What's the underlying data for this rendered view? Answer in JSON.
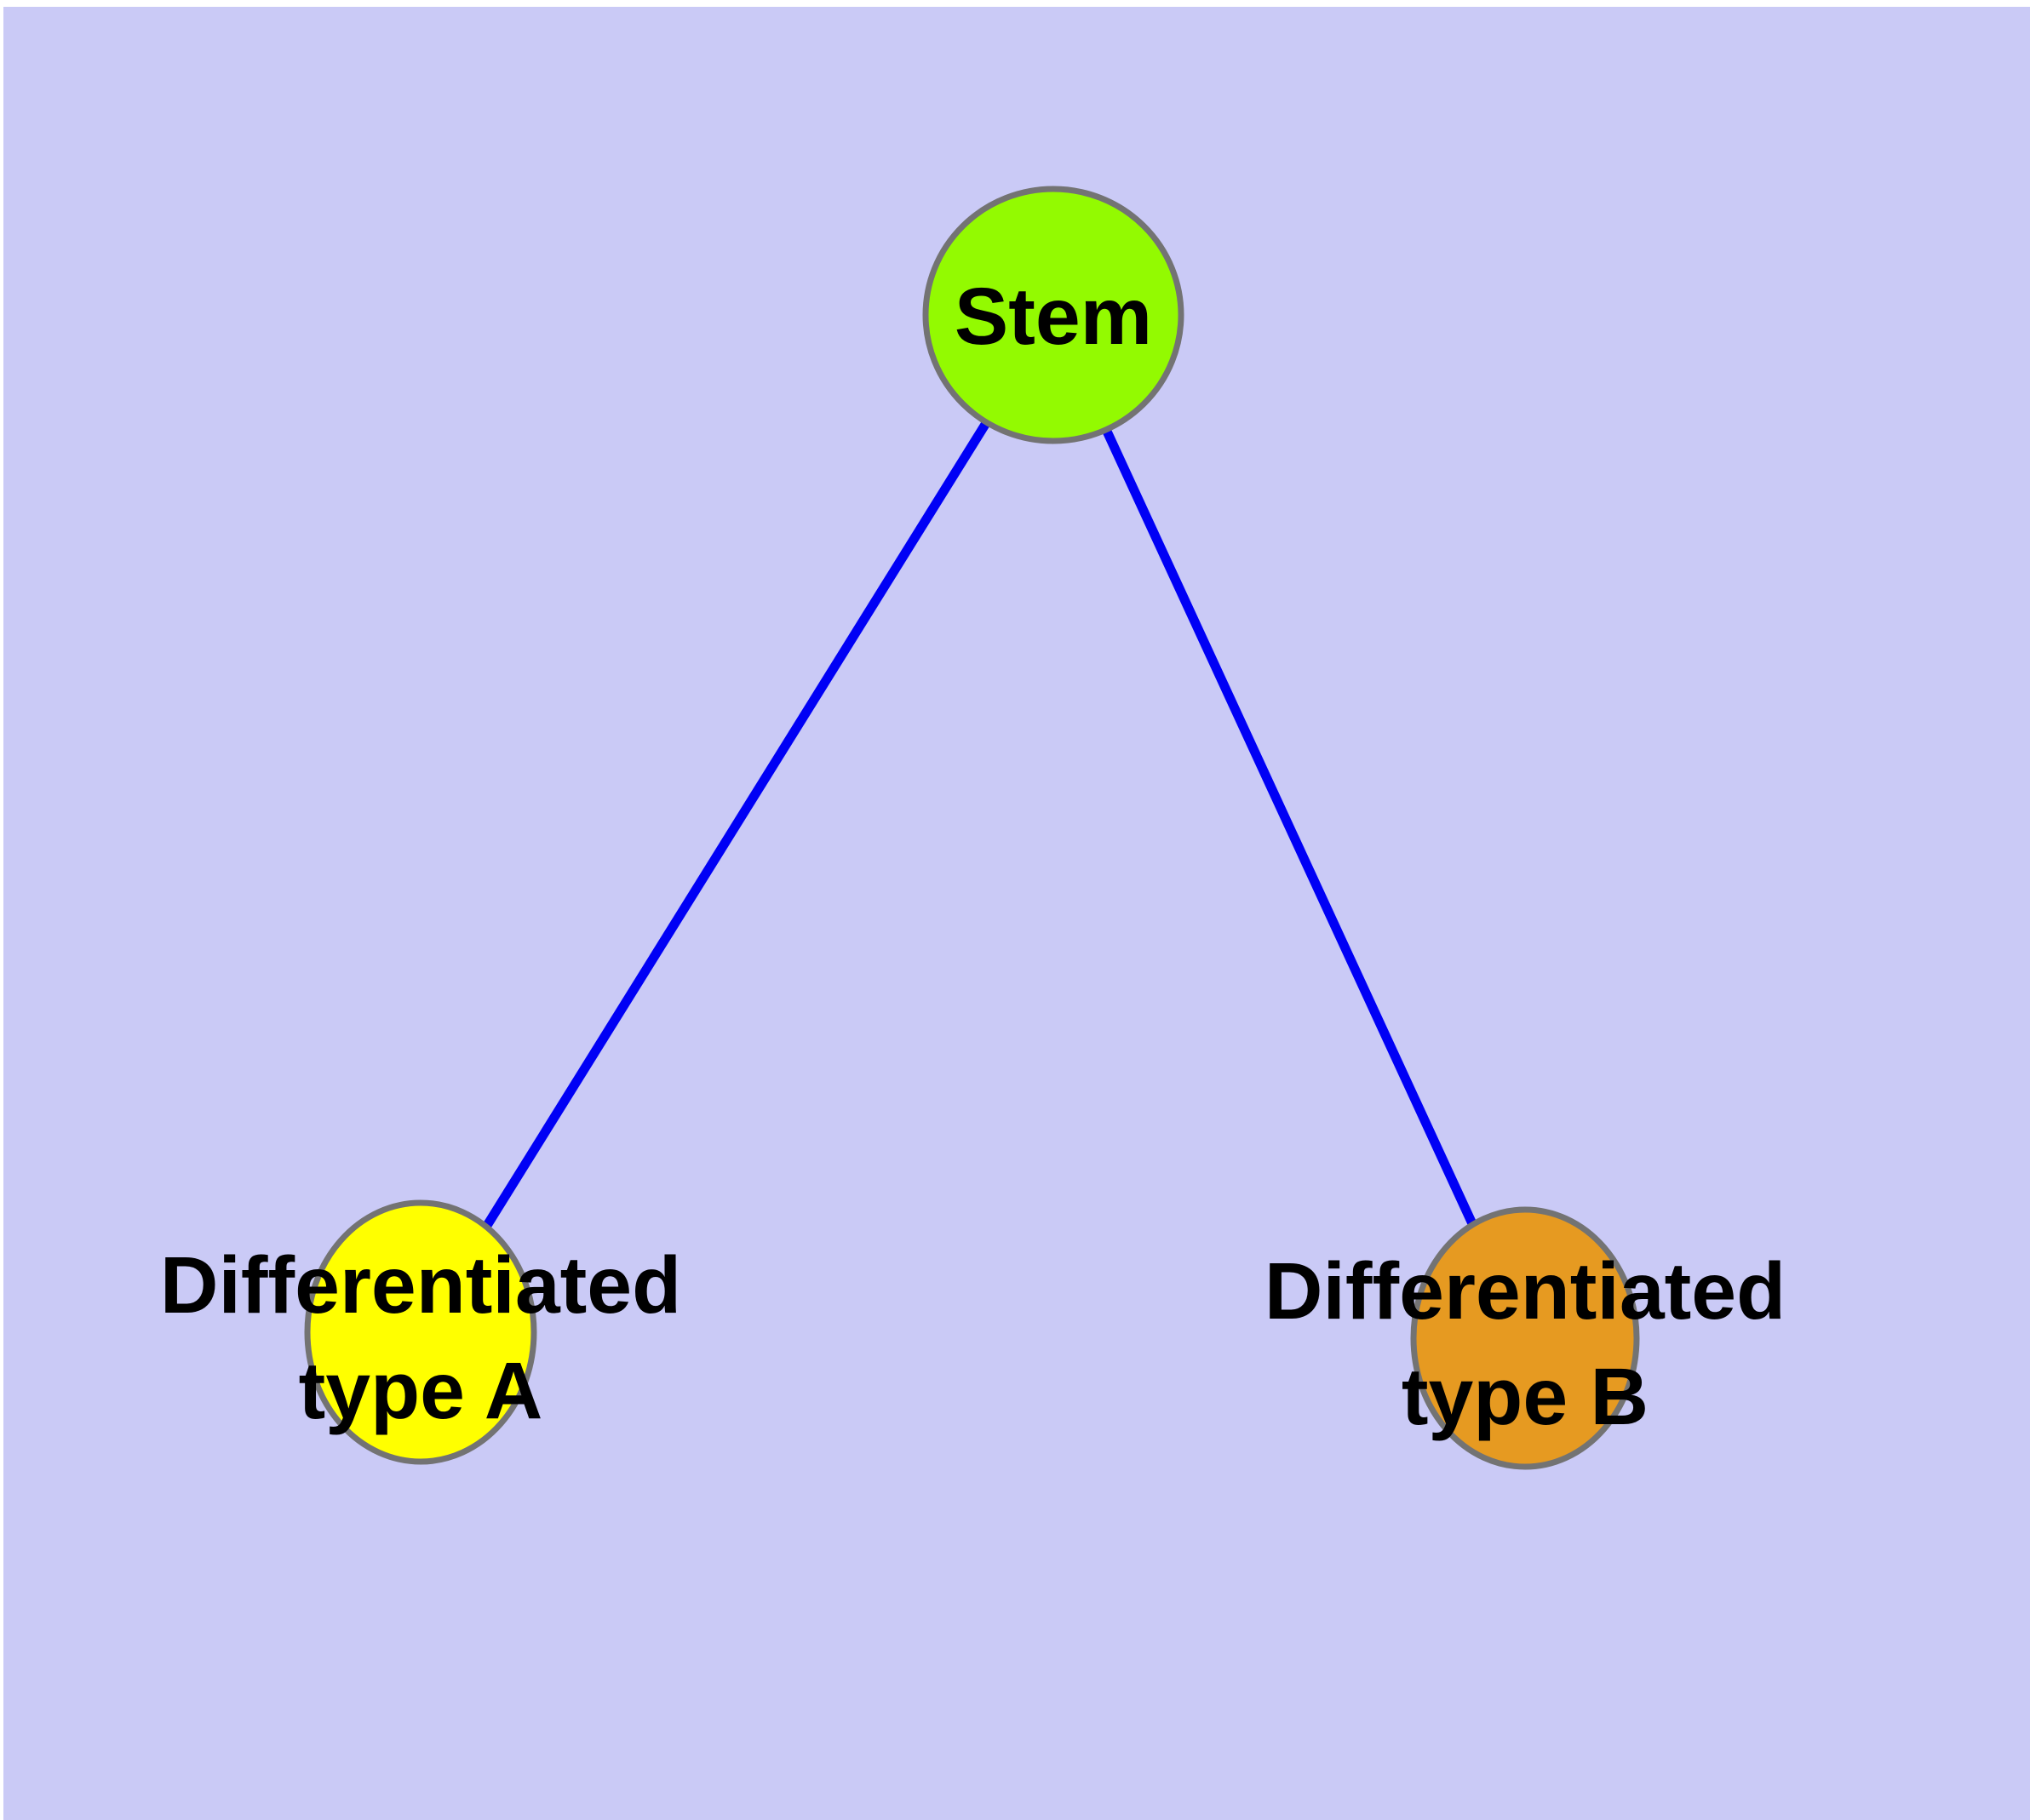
{
  "diagram": {
    "type": "node-link-graph",
    "colors": {
      "page_margin": "#ffffff",
      "canvas_background": "#cacaf6",
      "edge": "#0000f5",
      "node_border": "#737373",
      "label_text": "#000000"
    },
    "nodes": {
      "stem": {
        "label": "Stem",
        "fill": "#93fa01"
      },
      "type_a": {
        "label": "Differentiated type A",
        "label_line1": "Differentiated",
        "label_line2": "type A",
        "fill": "#ffff00"
      },
      "type_b": {
        "label": "Differentiated type B",
        "label_line1": "Differentiated",
        "label_line2": "type B",
        "fill": "#e69a21"
      }
    },
    "edges": [
      {
        "from": "Stem",
        "to": "Differentiated type A"
      },
      {
        "from": "Stem",
        "to": "Differentiated type B"
      }
    ]
  }
}
